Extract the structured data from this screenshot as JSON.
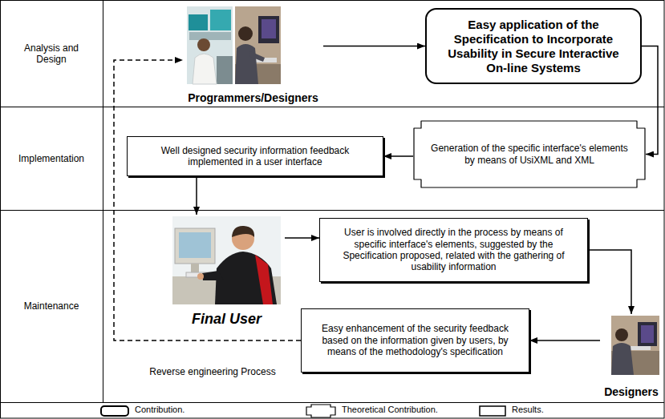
{
  "diagram": {
    "nodes": [
      {
        "text": [
          "Programmers/Designers"
        ]
      },
      {
        "text": [
          "Easy application of the Specification to Incorporate Usability in Secure Interactive On-line Systems"
        ]
      },
      {
        "text": [
          "Generation of the specific interface's elements by means of UsiXML and XML"
        ]
      },
      {
        "text": [
          "Well designed security information feedback implemented in a user interface"
        ]
      },
      {
        "text": [
          "Final User"
        ]
      },
      {
        "text": [
          "User is involved directly in the process by means of specific interface's elements, suggested by the Specification proposed, related with the gathering of usability information"
        ]
      },
      {
        "text": [
          "Designers"
        ]
      },
      {
        "text": [
          "Easy enhancement of the security feedback based on the information given by users, by means of the methodology's specification"
        ]
      }
    ],
    "edges": [
      {
        "from": 0,
        "to": 1,
        "arrow": "to"
      },
      {
        "from": 1,
        "to": 2,
        "arrow": "to"
      },
      {
        "from": 2,
        "to": 3,
        "arrow": "to"
      },
      {
        "from": 3,
        "to": 4,
        "arrow": "to"
      },
      {
        "from": 4,
        "to": 5,
        "arrow": "to"
      },
      {
        "from": 5,
        "to": 6,
        "arrow": "to"
      },
      {
        "from": 6,
        "to": 7,
        "arrow": "to"
      },
      {
        "from": 7,
        "to": 0,
        "arrow": "to"
      }
    ],
    "labels": [
      "Analysis and Design",
      "Implementation",
      "Maintenance",
      "Reverse engineering Process"
    ],
    "legend": [
      {
        "text": "Contribution."
      },
      {
        "text": "Theoretical Contribution."
      },
      {
        "text": "Results."
      }
    ]
  }
}
